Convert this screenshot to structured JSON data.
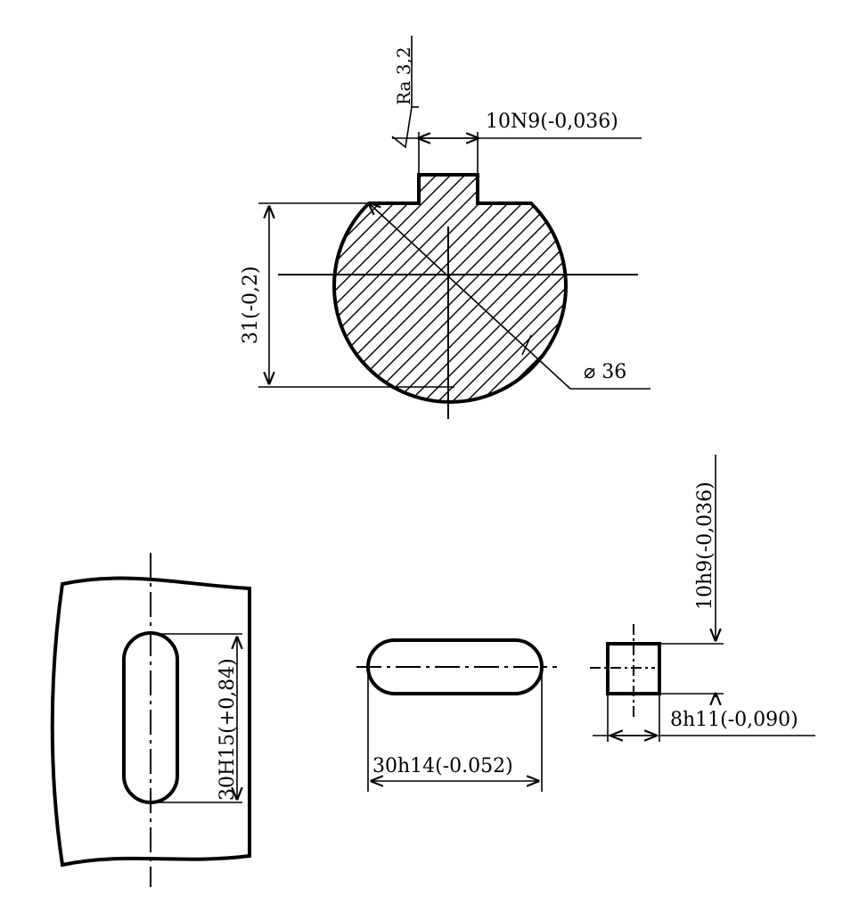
{
  "labels": {
    "roughness": "Ra 3,2",
    "slot_width": "10N9(-0,036)",
    "shaft_height": "31(-0,2)",
    "shaft_diameter": "⌀ 36",
    "key_height": "10h9(-0,036)",
    "hub_slot_length": "30H15(+0,84)",
    "key_length": "30h14(-0.052)",
    "key_width": "8h11(-0,090)"
  }
}
